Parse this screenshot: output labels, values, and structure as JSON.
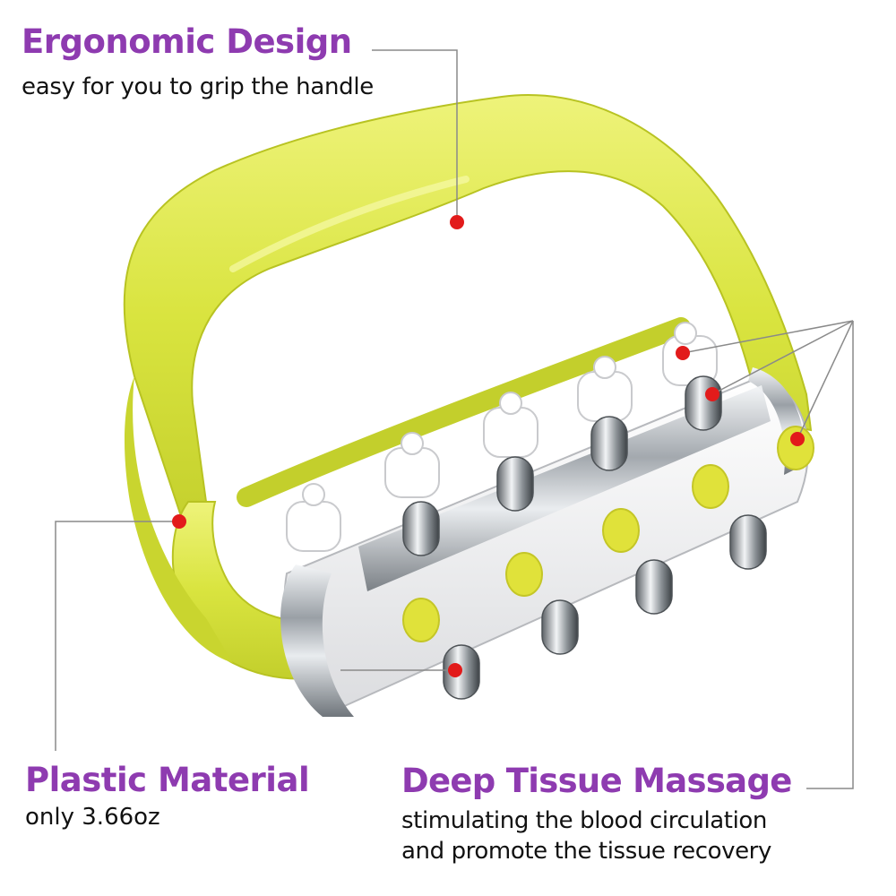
{
  "callouts": {
    "ergonomic": {
      "title": "Ergonomic Design",
      "subtitle": "easy for you to grip the handle"
    },
    "plastic": {
      "title": "Plastic Material",
      "subtitle": "only 3.66oz"
    },
    "massage": {
      "title": "Deep Tissue Massage",
      "line1": "stimulating the blood circulation",
      "line2": "and promote the tissue recovery"
    }
  },
  "colors": {
    "title": "#8e3bb0",
    "text": "#111111",
    "handle": "#d9e43f",
    "marker": "#e21b1b",
    "leader": "#8a8a8a",
    "chrome": "#c6c9cc"
  }
}
